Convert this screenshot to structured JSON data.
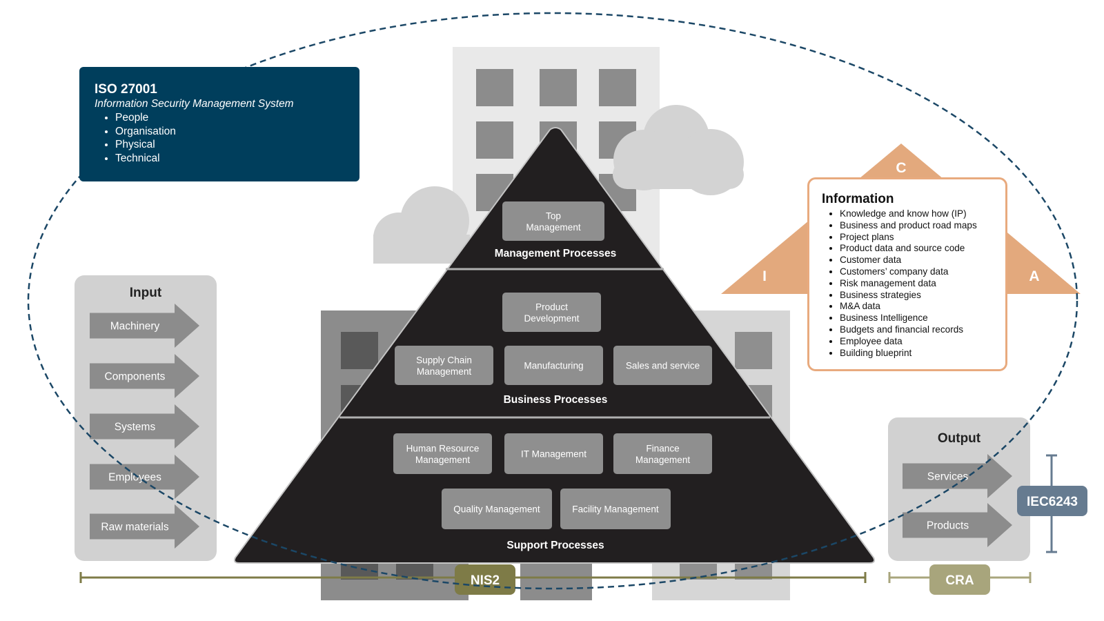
{
  "iso": {
    "title": "ISO 27001",
    "subtitle": "Information Security Management System",
    "items": [
      "People",
      "Organisation",
      "Physical",
      "Technical"
    ]
  },
  "information": {
    "title": "Information",
    "items": [
      "Knowledge and know how (IP)",
      "Business and product road maps",
      "Project plans",
      "Product data and source code",
      "Customer data",
      "Customers’ company data",
      "Risk management data",
      "Business strategies",
      "M&A data",
      "Business Intelligence",
      "Budgets and financial records",
      "Employee data",
      "Building blueprint"
    ]
  },
  "cia": {
    "c": "C",
    "i": "I",
    "a": "A"
  },
  "input": {
    "title": "Input",
    "items": [
      "Machinery",
      "Components",
      "Systems",
      "Employees",
      "Raw materials"
    ]
  },
  "output": {
    "title": "Output",
    "items": [
      "Services",
      "Products"
    ]
  },
  "pyramid": {
    "management": {
      "label": "Management Processes",
      "boxes": [
        "Top\nManagement"
      ]
    },
    "business": {
      "label": "Business Processes",
      "boxes": [
        "Product\nDevelopment",
        "Supply Chain\nManagement",
        "Manufacturing",
        "Sales and service"
      ]
    },
    "support": {
      "label": "Support Processes",
      "boxes": [
        "Human Resource\nManagement",
        "IT Management",
        "Finance\nManagement",
        "Quality Management",
        "Facility Management"
      ]
    }
  },
  "scopes": {
    "nis2": "NIS2",
    "cra": "CRA",
    "iec": "IEC6243"
  },
  "colors": {
    "navy": "#003e5c",
    "peach": "#e3a97d",
    "peach_border": "#e8aa7e",
    "pyramid": "#221f20",
    "process_box": "#8f8f8f",
    "arrow": "#8c8c8c",
    "panel": "#d1d1d1",
    "olive": "#7e7b47",
    "khaki": "#a8a57c",
    "iec": "#667b90",
    "ellipse": "#1b4766"
  }
}
